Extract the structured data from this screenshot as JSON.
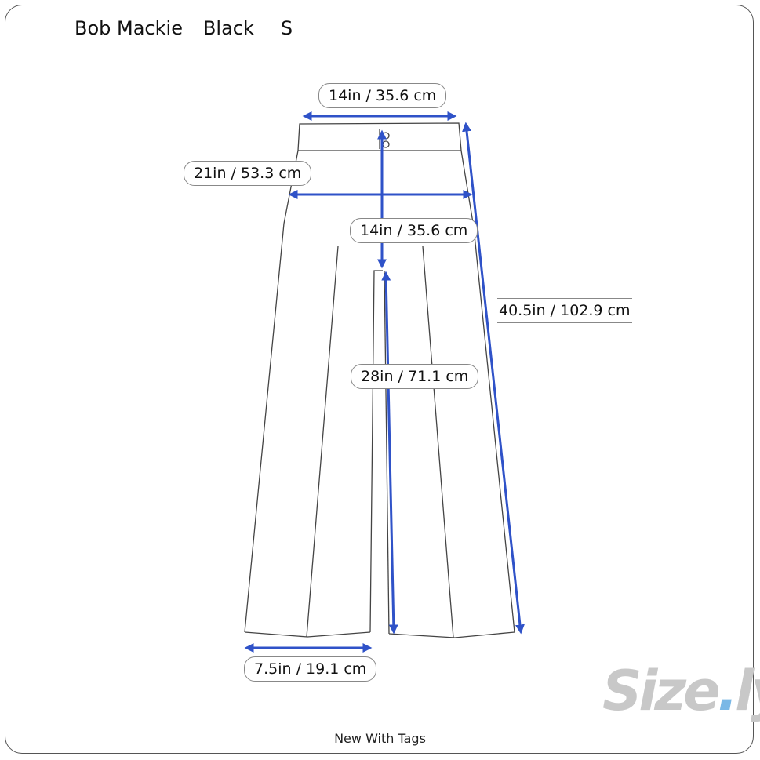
{
  "header": {
    "brand": "Bob Mackie",
    "color": "Black",
    "size": "S"
  },
  "measurements": {
    "waist": "14in / 35.6 cm",
    "hip": "21in / 53.3 cm",
    "rise": "14in / 35.6 cm",
    "inseam": "28in / 71.1 cm",
    "outseam": "40.5in / 102.9 cm",
    "leg_opening": "7.5in / 19.1 cm"
  },
  "condition": "New With Tags",
  "logo": {
    "text_main": "Size",
    "text_dot": ".",
    "text_end": "ly"
  },
  "colors": {
    "arrow": "#2f52c8",
    "outline": "#444444",
    "logo_gray": "#c8c8c8",
    "logo_blue": "#7ab8e6"
  }
}
